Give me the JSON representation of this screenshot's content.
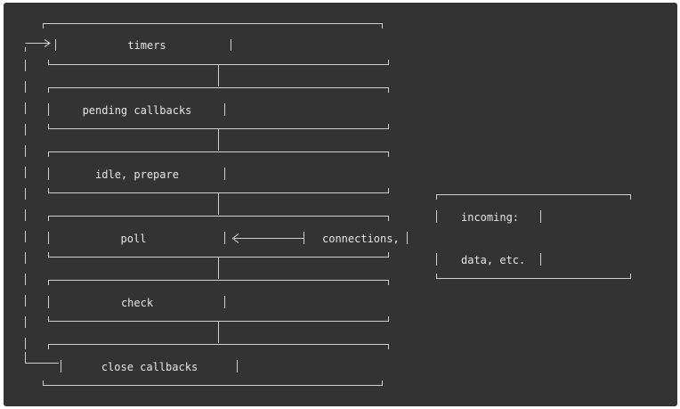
{
  "diagram": {
    "phases": [
      {
        "label": "timers"
      },
      {
        "label": "pending callbacks"
      },
      {
        "label": "idle, prepare"
      },
      {
        "label": "poll"
      },
      {
        "label": "check"
      },
      {
        "label": "close callbacks"
      }
    ],
    "incoming": {
      "line1": "incoming:",
      "line2": "connections,",
      "line3": "data, etc."
    }
  }
}
